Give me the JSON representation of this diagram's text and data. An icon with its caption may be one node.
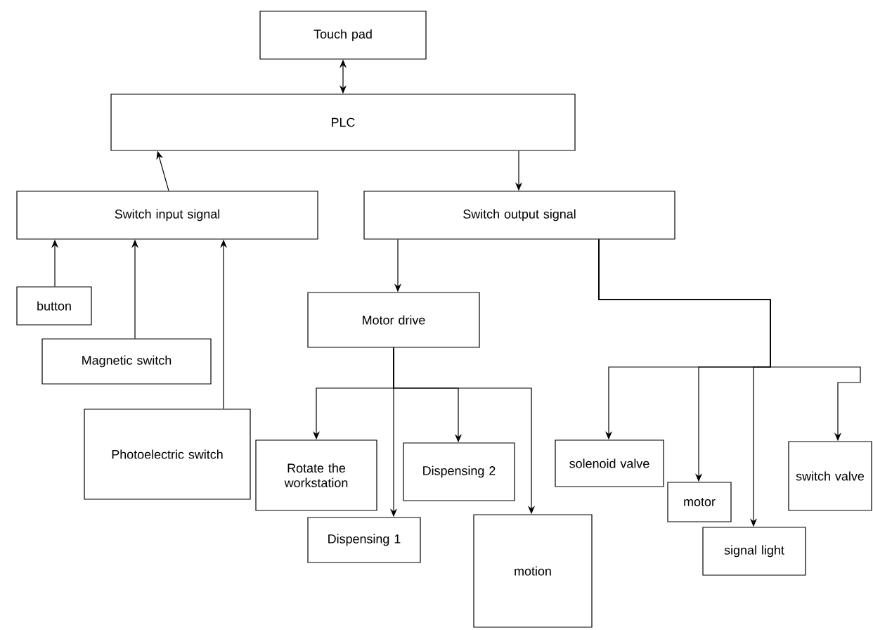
{
  "diagram": {
    "nodes": [
      {
        "text": [
          "Touch pad"
        ]
      },
      {
        "text": [
          "PLC"
        ]
      },
      {
        "text": [
          "Switch input signal"
        ]
      },
      {
        "text": [
          "Switch output signal"
        ]
      },
      {
        "text": [
          "button"
        ]
      },
      {
        "text": [
          "Magnetic switch"
        ]
      },
      {
        "text": [
          "Photoelectric switch"
        ]
      },
      {
        "text": [
          "Motor drive"
        ]
      },
      {
        "text": [
          "Rotate the workstation"
        ]
      },
      {
        "text": [
          "Dispensing 2"
        ]
      },
      {
        "text": [
          "Dispensing 1"
        ]
      },
      {
        "text": [
          "motion"
        ]
      },
      {
        "text": [
          "solenoid valve"
        ]
      },
      {
        "text": [
          "motor"
        ]
      },
      {
        "text": [
          "signal light"
        ]
      },
      {
        "text": [
          "switch valve"
        ]
      }
    ],
    "edges": [
      {
        "from": 0,
        "to": 1,
        "arrow": "both"
      },
      {
        "from": 2,
        "to": 1,
        "arrow": "to"
      },
      {
        "from": 1,
        "to": 3,
        "arrow": "to"
      },
      {
        "from": 4,
        "to": 2,
        "arrow": "to"
      },
      {
        "from": 5,
        "to": 2,
        "arrow": "to"
      },
      {
        "from": 6,
        "to": 2,
        "arrow": "to"
      },
      {
        "from": 3,
        "to": 7,
        "arrow": "to"
      },
      {
        "from": 7,
        "to": 8,
        "arrow": "to"
      },
      {
        "from": 7,
        "to": 10,
        "arrow": "to"
      },
      {
        "from": 7,
        "to": 9,
        "arrow": "to"
      },
      {
        "from": 7,
        "to": 11,
        "arrow": "to"
      },
      {
        "from": 3,
        "to": 12,
        "arrow": "to"
      },
      {
        "from": 3,
        "to": 13,
        "arrow": "to"
      },
      {
        "from": 3,
        "to": 14,
        "arrow": "to"
      },
      {
        "from": 3,
        "to": 15,
        "arrow": "to"
      }
    ]
  }
}
